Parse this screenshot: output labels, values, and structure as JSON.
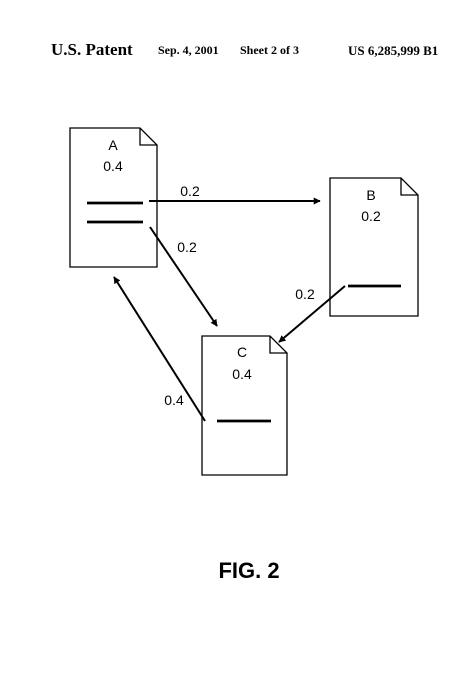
{
  "header": {
    "title": "U.S. Patent",
    "date": "Sep. 4, 2001",
    "sheet": "Sheet 2 of 3",
    "patent_number": "US 6,285,999 B1"
  },
  "nodes": {
    "A": {
      "name": "A",
      "value": "0.4"
    },
    "B": {
      "name": "B",
      "value": "0.2"
    },
    "C": {
      "name": "C",
      "value": "0.4"
    }
  },
  "edges": {
    "a_to_b": "0.2",
    "a_to_c": "0.2",
    "b_to_c": "0.2",
    "c_to_a": "0.4"
  },
  "figure_label": "FIG. 2",
  "colors": {
    "ink": "#000000",
    "paper": "#ffffff"
  }
}
